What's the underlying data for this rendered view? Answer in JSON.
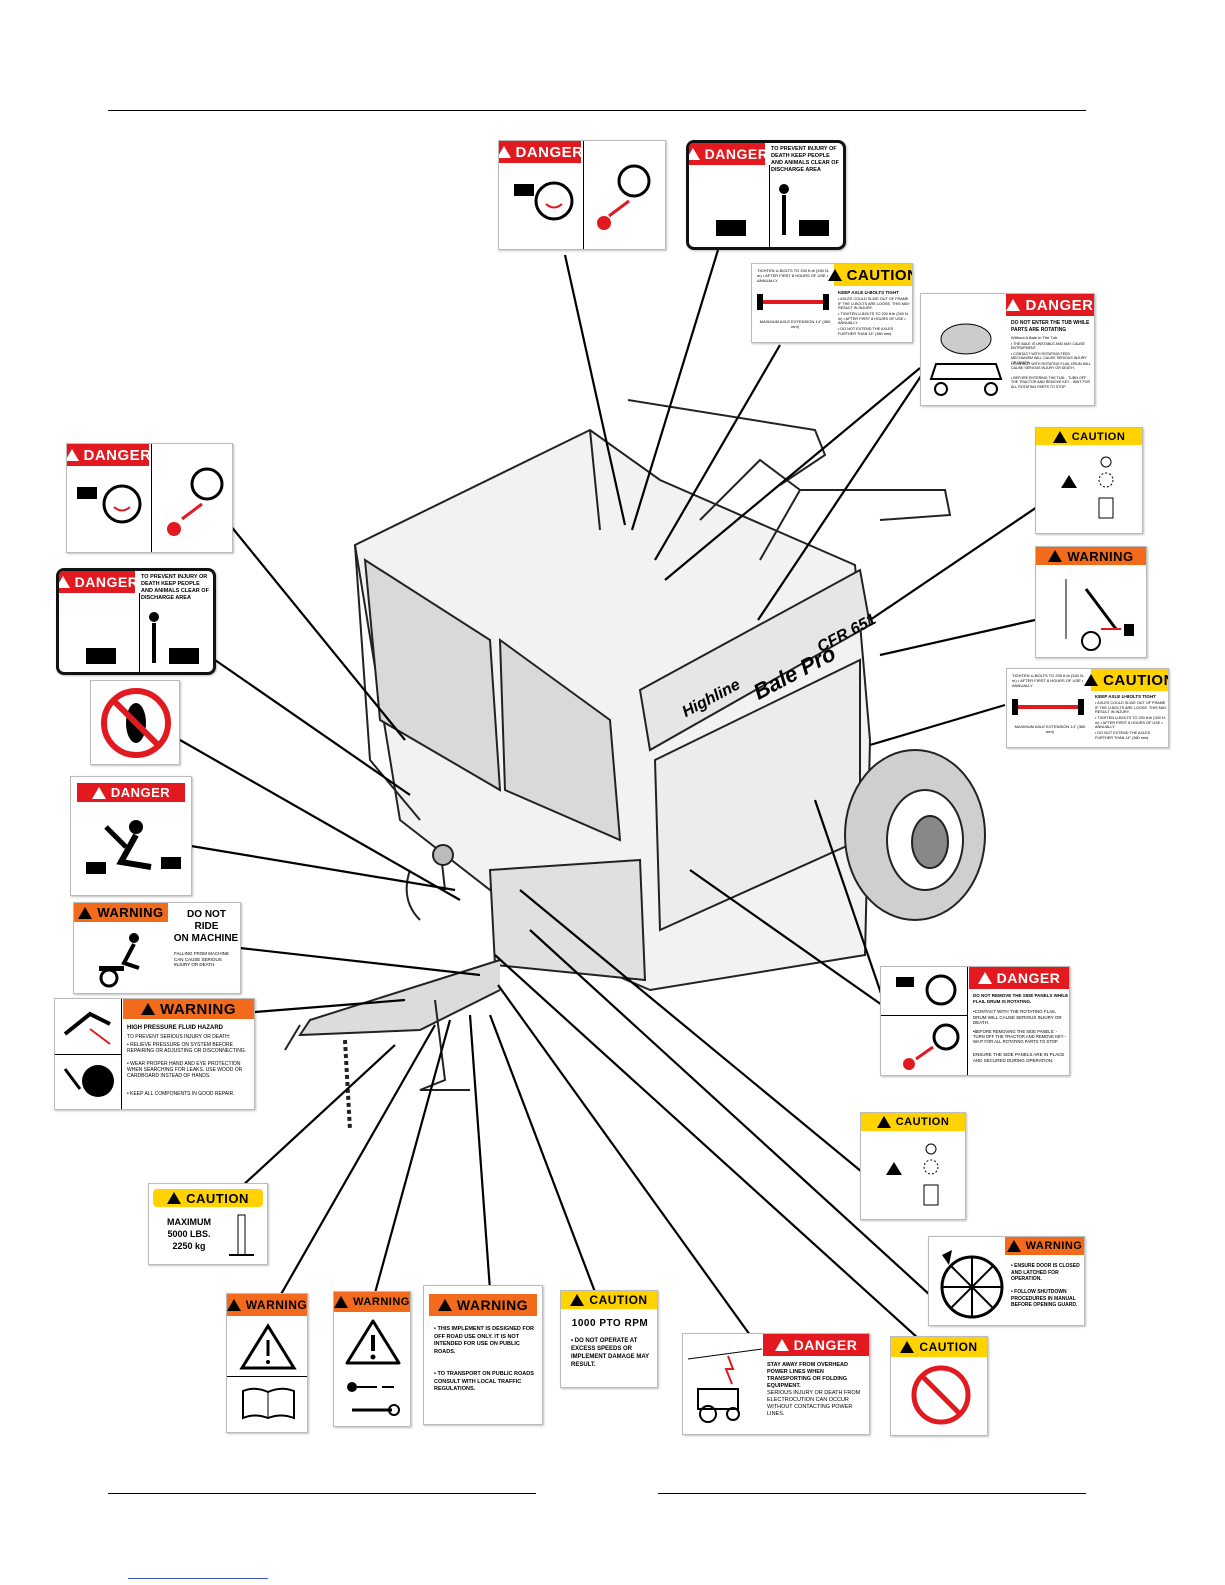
{
  "machine": {
    "brand": "Highline",
    "model": "Bale Pro",
    "model_number": "CFR 651"
  },
  "labels": {
    "danger": "DANGER",
    "caution": "CAUTION",
    "warning": "WARNING"
  },
  "decals": {
    "keep_clear": "TO PREVENT INJURY OF DEATH KEEP PEOPLE AND ANIMALS CLEAR OF DISCHARGE AREA",
    "keep_clear_2": "TO PREVENT INJURY OR DEATH KEEP PEOPLE AND ANIMALS CLEAR OF DISCHARGE AREA",
    "axle_tighten": "TIGHTEN U-BOLTS TO 200 ft-lb (340 N-m) • AFTER FIRST 8 HOURS OF USE • ANNUALLY",
    "axle_max": "MAXIMUM AXLE EXTENSION 14\" (360 mm)",
    "axle_title": "KEEP AXLE U-BOLTS TIGHT",
    "axle_b1": "• AXLES COULD SLIDE OUT OF FRAME IF THE U-BOLTS ARE LOOSE. THIS MAY RESULT IN INJURY.",
    "axle_b2": "• TIGHTEN U-BOLTS TO 200 ft-lb (340 N-m) • AFTER FIRST 8 HOURS OF USE • ANNUALLY",
    "axle_b3": "• DO NOT EXTEND THE AXLES FURTHER THAN 14\" (360 mm).",
    "tub_title": "DO NOT ENTER THE TUB WHILE PARTS ARE ROTATING",
    "tub_sub": "Without A Bale In The Tub",
    "tub_b1": "• THE BALE IS UNSTABLE AND MAY CAUSE ENTRAPMENT.",
    "tub_b2": "• CONTACT WITH ROTATING FEED MECHANISM WILL CAUSE SERIOUS INJURY OR DEATH.",
    "tub_b3": "• CONTACT WITH ROTATING FLAIL DRUM WILL CAUSE SERIOUS INJURY OR DEATH.",
    "tub_b4": "• BEFORE ENTERING THE TUB: - TURN OFF THE TRACTOR AND REMOVE KEY - WAIT FOR ALL ROTATING PARTS TO STOP",
    "ride_1": "DO NOT",
    "ride_2": "RIDE",
    "ride_3": "ON MACHINE",
    "ride_4": "FALLING FROM MACHINE CAN CAUSE SERIOUS INJURY OR DEATH.",
    "hyd_title": "HIGH PRESSURE FLUID HAZARD",
    "hyd_sub": "TO PREVENT SERIOUS INJURY OR DEATH:",
    "hyd_b1": "• RELIEVE PRESSURE ON SYSTEM BEFORE REPAIRING OR ADJUSTING OR DISCONNECTING.",
    "hyd_b2": "• WEAR PROPER HAND AND EYE PROTECTION WHEN SEARCHING FOR LEAKS. USE WOOD OR CARDBOARD INSTEAD OF HANDS.",
    "hyd_b3": "• KEEP ALL COMPONENTS IN GOOD REPAIR.",
    "max_1": "MAXIMUM",
    "max_2": "5000 LBS.",
    "max_3": "2250 kg",
    "road_b1": "• THIS IMPLEMENT IS DESIGNED FOR OFF ROAD USE ONLY. IT IS NOT INTENDED FOR USE ON PUBLIC ROADS.",
    "road_b2": "• TO TRANSPORT ON PUBLIC ROADS CONSULT WITH LOCAL TRAFFIC REGULATIONS.",
    "pto_1": "1000 PTO RPM",
    "pto_2": "• DO NOT OPERATE AT EXCESS SPEEDS OR IMPLEMENT DAMAGE MAY RESULT.",
    "power_1": "STAY AWAY FROM OVERHEAD POWER LINES WHEN TRANSPORTING OR FOLDING EQUIPMENT.",
    "power_2": "SERIOUS INJURY OR DEATH FROM ELECTROCUTION CAN OCCUR WITHOUT CONTACTING POWER LINES.",
    "side_1": "DO NOT REMOVE THE SIDE PANELS WHILE FLAIL DRUM IS ROTATING.",
    "side_2": "•CONTACT WITH THE ROTATING FLAIL DRUM WILL CAUSE SERIOUS INJURY OR DEATH.",
    "side_3": "•BEFORE REMOVING THE SIDE PANELS: - TURN OFF THE TRACTOR AND REMOVE KEY - WAIT FOR ALL ROTATING PARTS TO STOP",
    "side_4": "ENSURE THE SIDE PANELS ARE IN PLACE AND SECURED DURING OPERATION.",
    "door_1": "• ENSURE DOOR IS CLOSED AND LATCHED FOR OPERATION.",
    "door_2": "• FOLLOW SHUTDOWN PROCEDURES IN MANUAL BEFORE OPENING GUARD."
  },
  "colors": {
    "danger": "#e2191f",
    "caution": "#ffd200",
    "warning": "#f26a1b"
  }
}
